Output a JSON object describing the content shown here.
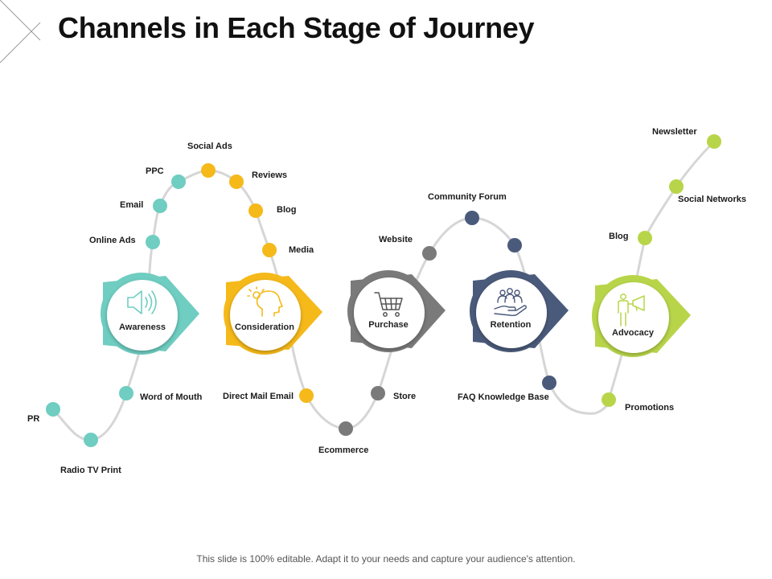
{
  "title": "Channels in Each Stage of Journey",
  "footer": "This slide is 100% editable. Adapt it to your needs and capture your audience's attention.",
  "stages": [
    {
      "label": "Awareness",
      "color": "#6fcdc1",
      "icon": "speaker-icon"
    },
    {
      "label": "Consideration",
      "color": "#f5b91a",
      "icon": "head-lightbulb-icon"
    },
    {
      "label": "Purchase",
      "color": "#7a7a7a",
      "icon": "shopping-cart-icon"
    },
    {
      "label": "Retention",
      "color": "#4a5a7a",
      "icon": "hand-people-icon"
    },
    {
      "label": "Advocacy",
      "color": "#b8d54a",
      "icon": "person-megaphone-icon"
    }
  ],
  "channels": {
    "online_ads": "Online Ads",
    "email": "Email",
    "ppc": "PPC",
    "social_ads": "Social Ads",
    "reviews": "Reviews",
    "blog_consideration": "Blog",
    "media": "Media",
    "direct_mail_email": "Direct Mail Email",
    "word_of_mouth": "Word of Mouth",
    "pr": "PR",
    "radio_tv_print": "Radio TV Print",
    "ecommerce": "Ecommerce",
    "store": "Store",
    "website": "Website",
    "community_forum": "Community Forum",
    "faq_knowledge_base": "FAQ Knowledge Base",
    "promotions": "Promotions",
    "blog_advocacy": "Blog",
    "social_networks": "Social Networks",
    "newsletter": "Newsletter"
  }
}
